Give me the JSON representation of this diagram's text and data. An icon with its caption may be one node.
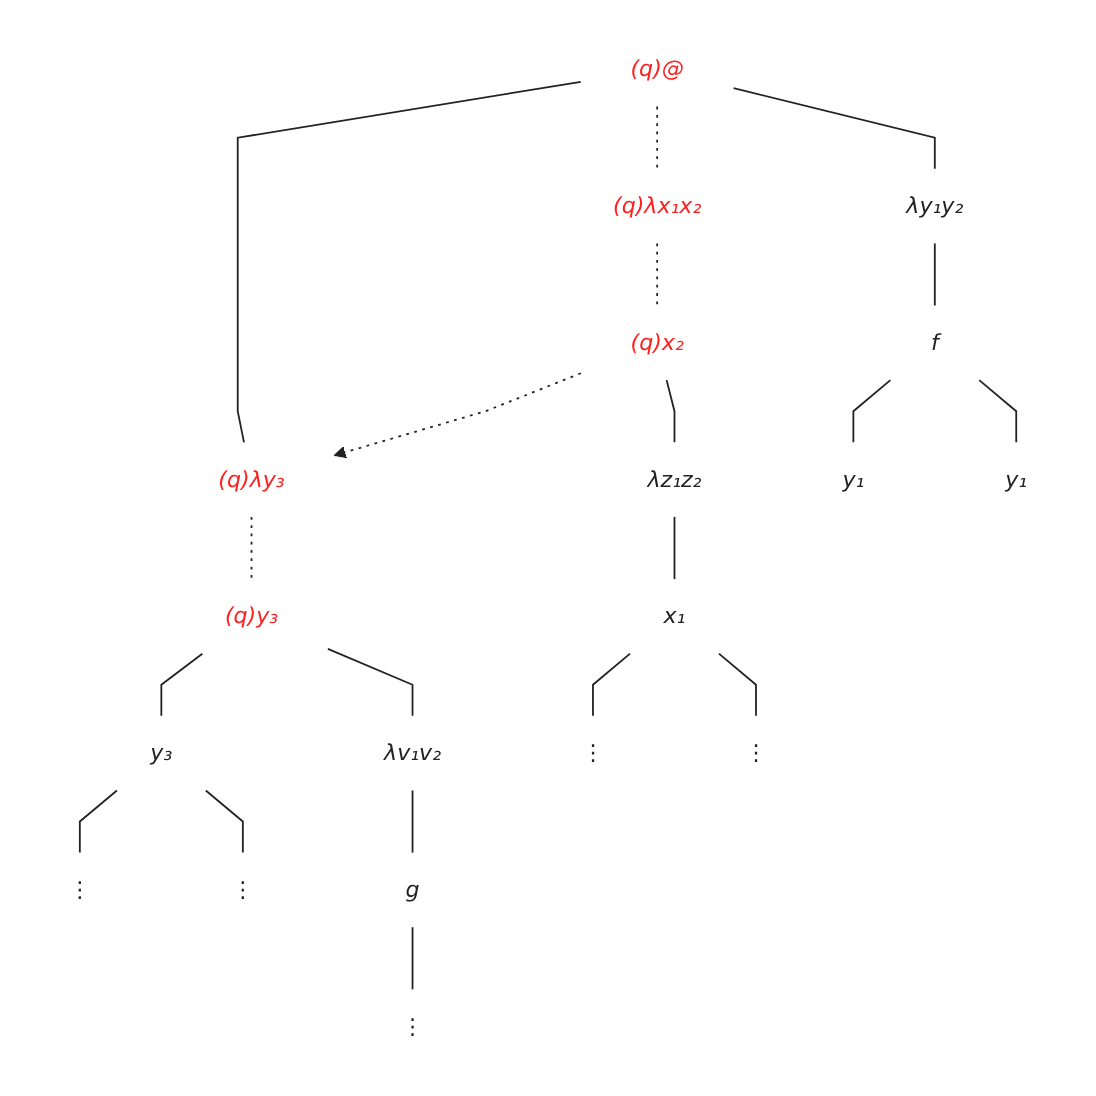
{
  "diagram": {
    "nodes": [
      {
        "text": [
          "(q)@"
        ]
      },
      {
        "text": [
          "(q)λx₁x₂"
        ]
      },
      {
        "text": [
          "λy₁y₂"
        ]
      },
      {
        "text": [
          "(q)λy₃"
        ]
      },
      {
        "text": [
          "(q)x₂"
        ]
      },
      {
        "text": [
          "f"
        ]
      },
      {
        "text": [
          "(q)y₃"
        ]
      },
      {
        "text": [
          "λz₁z₂"
        ]
      },
      {
        "text": [
          "y₁"
        ]
      },
      {
        "text": [
          "y₁"
        ]
      },
      {
        "text": [
          "y₃"
        ]
      },
      {
        "text": [
          "λv₁v₂"
        ]
      },
      {
        "text": [
          "x₁"
        ]
      },
      {
        "text": [
          "⋮"
        ]
      },
      {
        "text": [
          "⋮"
        ]
      },
      {
        "text": [
          "g"
        ]
      },
      {
        "text": [
          "⋮"
        ]
      },
      {
        "text": [
          "⋮"
        ]
      },
      {
        "text": [
          "⋮"
        ]
      }
    ],
    "edges": [
      {
        "from": 0,
        "to": 1,
        "arrow": "none",
        "style": "dashed"
      },
      {
        "from": 0,
        "to": 2,
        "arrow": "none"
      },
      {
        "from": 0,
        "to": 3,
        "arrow": "none"
      },
      {
        "from": 1,
        "to": 4,
        "arrow": "none",
        "style": "dashed"
      },
      {
        "from": 4,
        "to": 3,
        "arrow": "to",
        "style": "dashed"
      },
      {
        "from": 2,
        "to": 5,
        "arrow": "none"
      },
      {
        "from": 3,
        "to": 6,
        "arrow": "none",
        "style": "dashed"
      },
      {
        "from": 4,
        "to": 7,
        "arrow": "none"
      },
      {
        "from": 5,
        "to": 8,
        "arrow": "none"
      },
      {
        "from": 5,
        "to": 9,
        "arrow": "none"
      },
      {
        "from": 6,
        "to": 10,
        "arrow": "none"
      },
      {
        "from": 6,
        "to": 11,
        "arrow": "none"
      },
      {
        "from": 7,
        "to": 12,
        "arrow": "none"
      },
      {
        "from": 10,
        "to": 13,
        "arrow": "none"
      },
      {
        "from": 10,
        "to": 14,
        "arrow": "none"
      },
      {
        "from": 11,
        "to": 15,
        "arrow": "none"
      },
      {
        "from": 12,
        "to": 16,
        "arrow": "none"
      },
      {
        "from": 12,
        "to": 17,
        "arrow": "none"
      },
      {
        "from": 15,
        "to": 18,
        "arrow": "none"
      }
    ]
  }
}
